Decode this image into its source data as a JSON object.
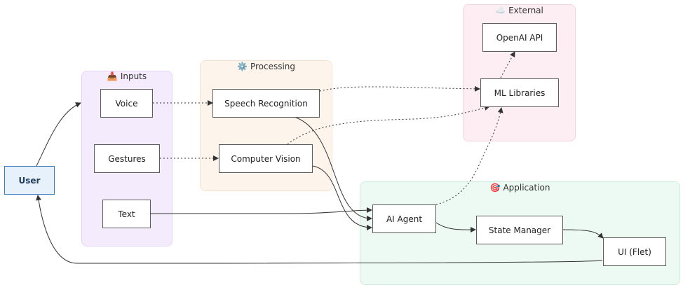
{
  "groups": {
    "inputs": {
      "icon": "📥",
      "title": "Inputs"
    },
    "processing": {
      "icon": "⚙️",
      "title": "Processing"
    },
    "external": {
      "icon": "☁️",
      "title": "External"
    },
    "application": {
      "icon": "🎯",
      "title": "Application"
    }
  },
  "nodes": {
    "user": "User",
    "voice": "Voice",
    "gestures": "Gestures",
    "text": "Text",
    "speech": "Speech Recognition",
    "vision": "Computer Vision",
    "openai": "OpenAI API",
    "ml": "ML Libraries",
    "agent": "AI Agent",
    "state": "State Manager",
    "ui": "UI (Flet)"
  },
  "edges": [
    {
      "from": "user",
      "to": "voice",
      "style": "solid"
    },
    {
      "from": "voice",
      "to": "speech",
      "style": "dotted"
    },
    {
      "from": "gestures",
      "to": "vision",
      "style": "dotted"
    },
    {
      "from": "text",
      "to": "agent",
      "style": "solid"
    },
    {
      "from": "speech",
      "to": "ml",
      "style": "dotted"
    },
    {
      "from": "vision",
      "to": "ml",
      "style": "dotted"
    },
    {
      "from": "speech",
      "to": "agent",
      "style": "solid"
    },
    {
      "from": "vision",
      "to": "agent",
      "style": "solid"
    },
    {
      "from": "agent",
      "to": "ml",
      "style": "dotted"
    },
    {
      "from": "ml",
      "to": "openai",
      "style": "dotted"
    },
    {
      "from": "agent",
      "to": "state",
      "style": "solid"
    },
    {
      "from": "state",
      "to": "ui",
      "style": "solid"
    },
    {
      "from": "ui",
      "to": "user",
      "style": "solid"
    }
  ],
  "colors": {
    "edge": "#333333",
    "user_fill": "#e6f1fb",
    "user_border": "#3a7cbf"
  }
}
